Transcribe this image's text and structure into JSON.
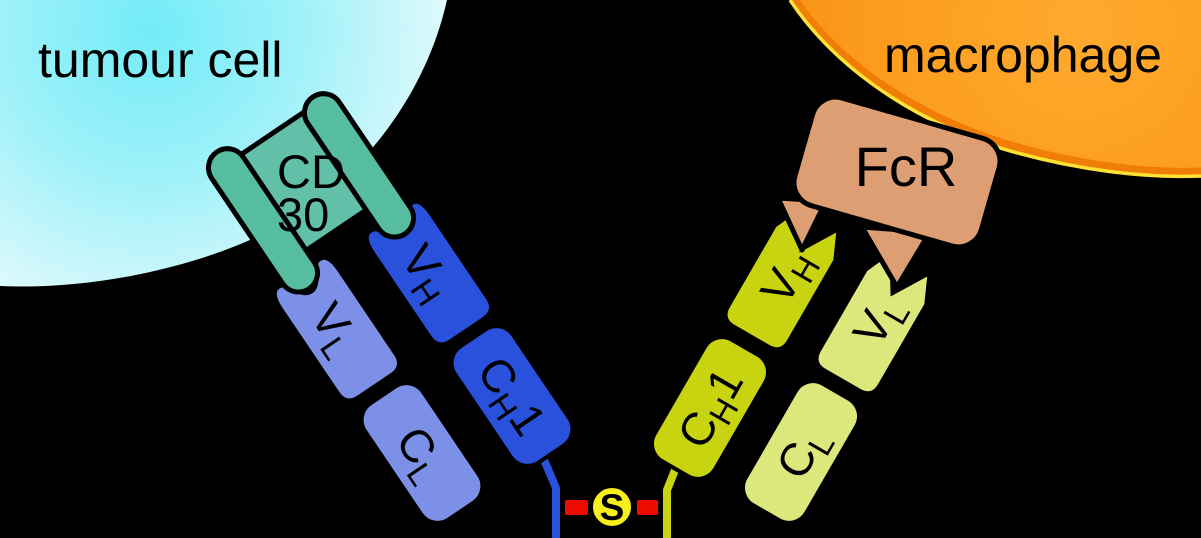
{
  "background": "#000000",
  "cells": {
    "tumour": {
      "label": "tumour cell",
      "fill_inner": "#72ecf8",
      "fill_outer": "#ffffff"
    },
    "macrophage": {
      "label": "macrophage",
      "fill": "#fb9718",
      "rim_dark": "#ef7d06",
      "rim_yellow": "#ffe135"
    }
  },
  "receptors": {
    "cd30": {
      "line1": "CD",
      "line2": "30",
      "body_fill": "#63c0a8",
      "pillar_fill": "#57bda1"
    },
    "fcr": {
      "label": "FcR",
      "fill": "#dd9e74"
    }
  },
  "antibody": {
    "left_arm": {
      "light_chain": {
        "fill": "#7b90e6",
        "domains": [
          {
            "name": "VL",
            "main": "V",
            "sub": "L"
          },
          {
            "name": "CL",
            "main": "C",
            "sub": "L"
          }
        ]
      },
      "heavy_chain": {
        "fill": "#2a51dc",
        "domains": [
          {
            "name": "VH",
            "main": "V",
            "sub": "H"
          },
          {
            "name": "CH1",
            "main": "C",
            "sub": "H",
            "suffix": "1"
          }
        ]
      }
    },
    "right_arm": {
      "heavy_chain": {
        "fill": "#c9d411",
        "domains": [
          {
            "name": "VH",
            "main": "V",
            "sub": "H"
          },
          {
            "name": "CH1",
            "main": "C",
            "sub": "H",
            "suffix": "1"
          }
        ]
      },
      "light_chain": {
        "fill": "#dde87c",
        "domains": [
          {
            "name": "VL",
            "main": "V",
            "sub": "L"
          },
          {
            "name": "CL",
            "main": "C",
            "sub": "L"
          }
        ]
      }
    },
    "disulfide_bond": {
      "label": "S",
      "circle_fill": "#f6ee1d",
      "dash_fill": "#ee0b00"
    }
  }
}
